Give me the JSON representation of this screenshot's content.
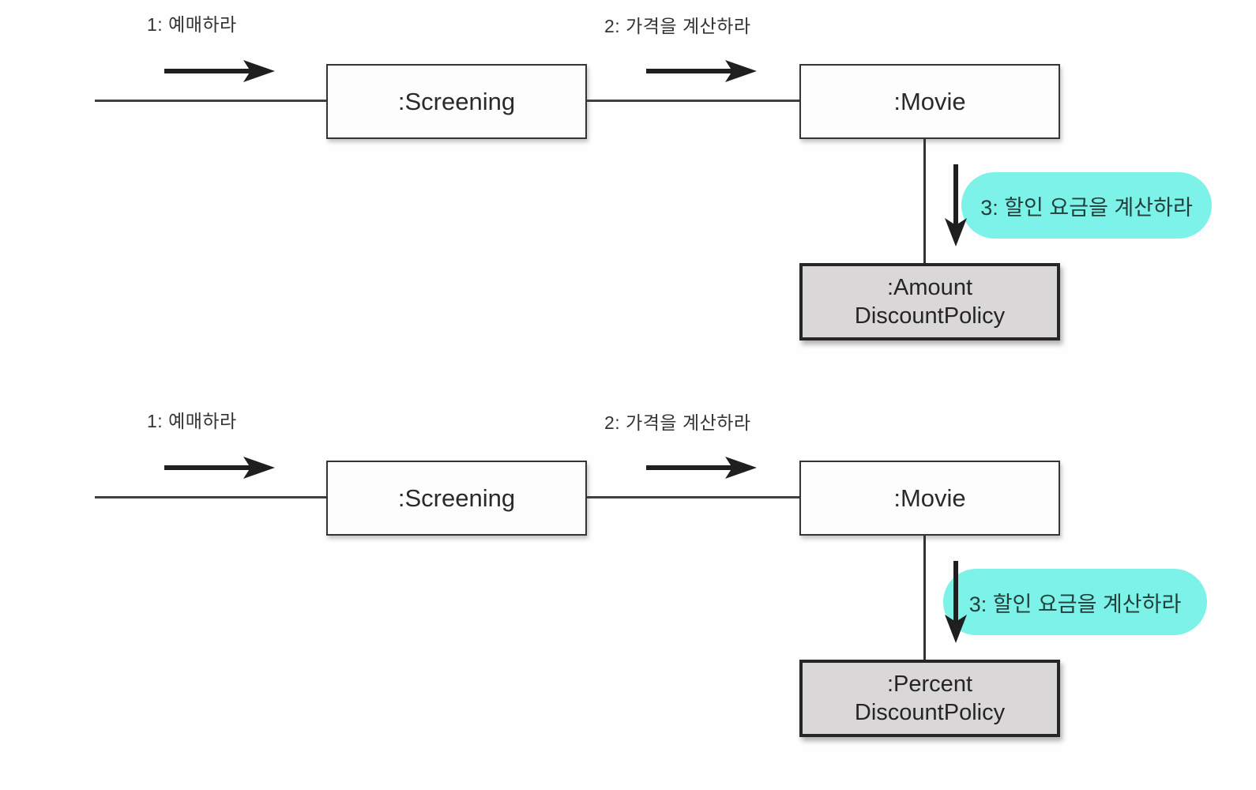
{
  "figure": {
    "kind": "uml-collaboration-diagrams",
    "count": 2
  },
  "colors": {
    "highlight": "#7cf2e9",
    "policy_box_fill": "#d9d7d7",
    "ink": "#262626"
  },
  "diagrams": [
    {
      "id": "amount-discount",
      "message1": "1: 예매하라",
      "message2": "2: 가격을 계산하라",
      "message3": "3: 할인 요금을 계산하라",
      "screening_label": ":Screening",
      "movie_label": ":Movie",
      "policy_line1": ":Amount",
      "policy_line2": "DiscountPolicy"
    },
    {
      "id": "percent-discount",
      "message1": "1: 예매하라",
      "message2": "2: 가격을 계산하라",
      "message3": "3: 할인 요금을 계산하라",
      "screening_label": ":Screening",
      "movie_label": ":Movie",
      "policy_line1": ":Percent",
      "policy_line2": "DiscountPolicy"
    }
  ]
}
